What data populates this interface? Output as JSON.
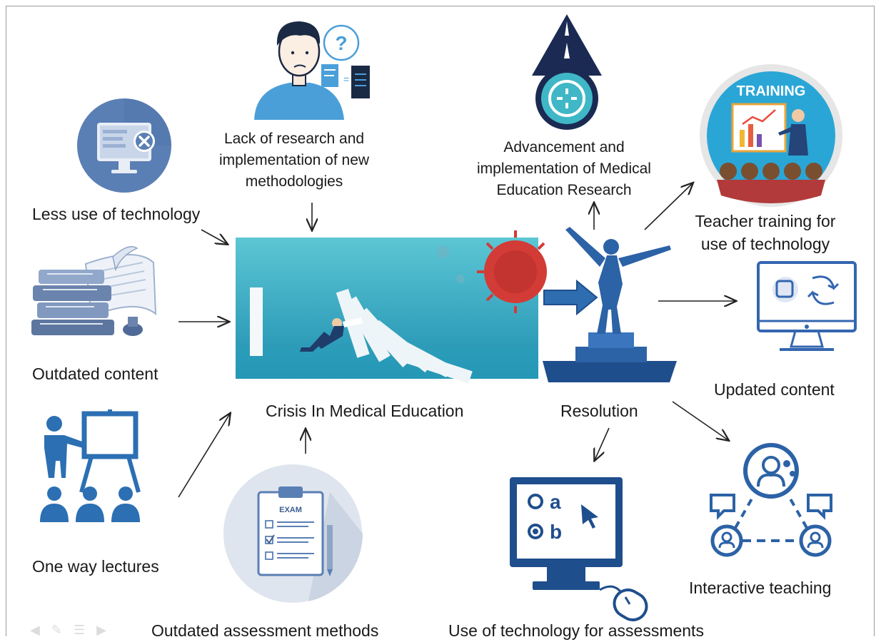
{
  "labels": {
    "less_tech": "Less use of technology",
    "lack_research_1": "Lack of research and",
    "lack_research_2": "implementation of new",
    "lack_research_3": "methodologies",
    "outdated_content": "Outdated content",
    "one_way": "One way lectures",
    "outdated_assessment": "Outdated assessment methods",
    "crisis": "Crisis In Medical Education",
    "resolution": "Resolution",
    "advancement_1": "Advancement and",
    "advancement_2": "implementation of Medical",
    "advancement_3": "Education Research",
    "teacher_1": "Teacher training for",
    "teacher_2": "use of technology",
    "updated_content": "Updated content",
    "tech_assessments": "Use of technology for assessments",
    "interactive": "Interactive teaching"
  },
  "icon_text": {
    "training": "TRAINING",
    "exam": "EXAM",
    "option_a": "a",
    "option_b": "b",
    "question_mark": "?"
  },
  "nav": [
    "back-icon",
    "pen-icon",
    "menu-icon",
    "forward-icon"
  ],
  "colors": {
    "navy": "#1f4e8c",
    "blue": "#2c6fb3",
    "light_blue": "#6f95c9",
    "teal": "#3fb7c7",
    "virus_red": "#d23b36",
    "arrow": "#222222"
  }
}
